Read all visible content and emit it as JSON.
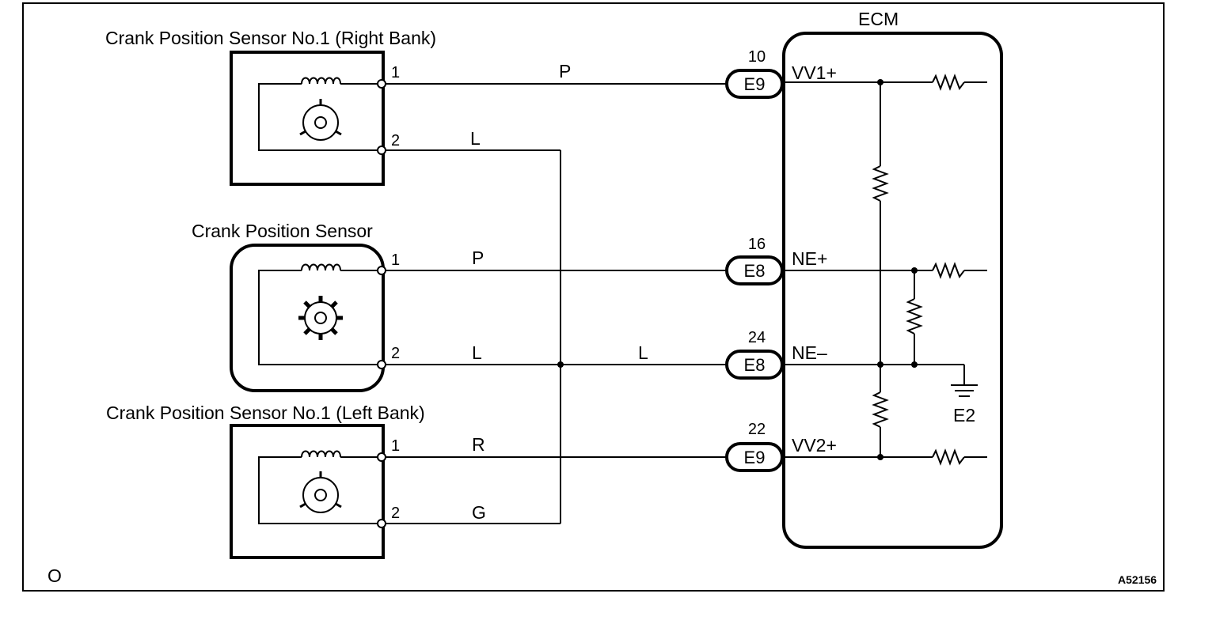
{
  "frame_corner_mark": "O",
  "figure_code": "A52156",
  "colors": {
    "line": "#000000",
    "background": "#ffffff"
  },
  "sensors": {
    "right_bank": {
      "title": "Crank Position Sensor No.1 (Right Bank)",
      "pin1": "1",
      "pin2": "2",
      "wire1": "P",
      "wire2": "L",
      "icon": "three-tooth-rotor-icon"
    },
    "main": {
      "title": "Crank Position Sensor",
      "pin1": "1",
      "pin2": "2",
      "wire1": "P",
      "wire2": "L",
      "icon": "gear-rotor-icon"
    },
    "left_bank": {
      "title": "Crank Position Sensor No.1 (Left Bank)",
      "pin1": "1",
      "pin2": "2",
      "wire1": "R",
      "wire2": "G",
      "icon": "three-tooth-rotor-icon"
    }
  },
  "shared_wire_label": "L",
  "ecm": {
    "title": "ECM",
    "ground_label": "E2",
    "terminals": [
      {
        "pin": "10",
        "connector": "E9",
        "signal": "VV1+"
      },
      {
        "pin": "16",
        "connector": "E8",
        "signal": "NE+"
      },
      {
        "pin": "24",
        "connector": "E8",
        "signal": "NE–"
      },
      {
        "pin": "22",
        "connector": "E9",
        "signal": "VV2+"
      }
    ]
  }
}
